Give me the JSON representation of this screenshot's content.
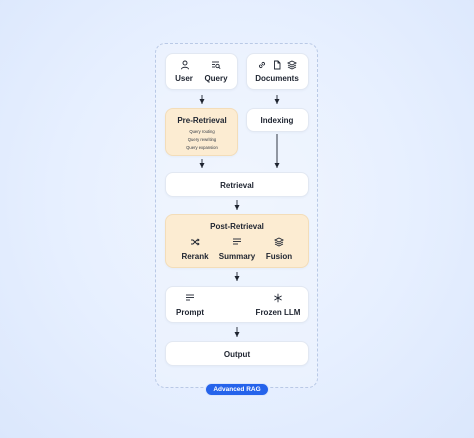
{
  "diagram": {
    "title": "Advanced RAG",
    "user": "User",
    "query": "Query",
    "documents": "Documents",
    "pre_retrieval": {
      "title": "Pre-Retrieval",
      "items": [
        "Query routing",
        "Query rewriting",
        "Query expansion"
      ]
    },
    "indexing": "Indexing",
    "retrieval": "Retrieval",
    "post_retrieval": {
      "title": "Post-Retrieval",
      "items": [
        "Rerank",
        "Summary",
        "Fusion"
      ]
    },
    "prompt": "Prompt",
    "frozen_llm": "Frozen LLM",
    "output": "Output"
  },
  "colors": {
    "accent": "#2563eb",
    "warm_box": "#fcecd2",
    "background": "#e6efff"
  },
  "icons": [
    "user-icon",
    "query-icon",
    "link-icon",
    "document-icon",
    "layers-icon",
    "shuffle-icon",
    "summary-icon",
    "fusion-icon",
    "prompt-icon",
    "snowflake-icon"
  ]
}
